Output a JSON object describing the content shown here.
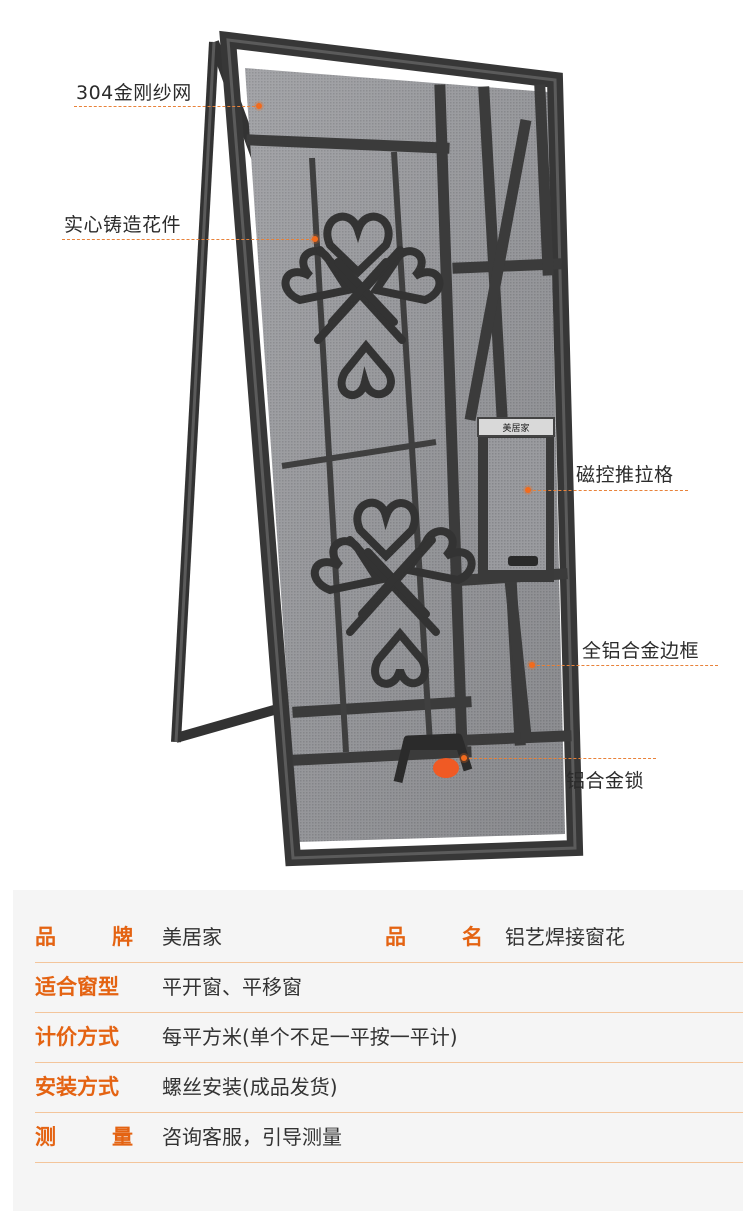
{
  "callouts": {
    "mesh": "304金刚纱网",
    "casting": "实心铸造花件",
    "magnetic": "磁控推拉格",
    "frame": "全铝合金边框",
    "lock": "铝合金锁"
  },
  "plate_text": "美居家",
  "specs": {
    "brand_key": "品牌",
    "brand_value": "美居家",
    "name_key": "品名",
    "name_value": "铝艺焊接窗花",
    "window_key": "适合窗型",
    "window_value": "平开窗、平移窗",
    "price_key": "计价方式",
    "price_value": "每平方米(单个不足一平按一平计)",
    "install_key": "安装方式",
    "install_value": "螺丝安装(成品发货)",
    "measure_key": "测量",
    "measure_value": "咨询客服，引导测量"
  },
  "colors": {
    "accent": "#e46312",
    "frame": "#3a3a3a",
    "mesh": "#8f9094",
    "lock_knob": "#f05a24"
  }
}
